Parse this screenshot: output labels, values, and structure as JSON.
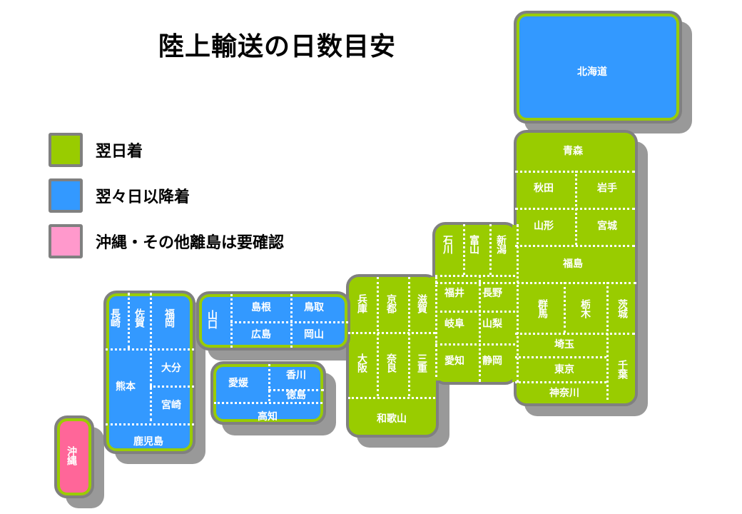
{
  "title": "陸上輸送の日数目安",
  "legend": [
    {
      "label": "翌日着",
      "color": "#99cc00"
    },
    {
      "label": "翌々日以降着",
      "color": "#3399ff"
    },
    {
      "label": "沖縄・その他離島は要確認",
      "color": "#ff99cc"
    }
  ],
  "colors": {
    "next_day": "#99cc00",
    "two_days_plus": "#3399ff",
    "okinawa": "#ff6699",
    "border": "#808080",
    "shadow": "#999999"
  },
  "prefectures": [
    "北海道",
    "青森",
    "秋田",
    "岩手",
    "山形",
    "宮城",
    "福島",
    "群馬",
    "栃木",
    "茨城",
    "埼玉",
    "東京",
    "神奈川",
    "千葉",
    "石川",
    "富山",
    "新潟",
    "福井",
    "長野",
    "岐阜",
    "山梨",
    "愛知",
    "静岡",
    "兵庫",
    "京都",
    "滋賀",
    "大阪",
    "奈良",
    "三重",
    "和歌山",
    "山口",
    "島根",
    "鳥取",
    "広島",
    "岡山",
    "愛媛",
    "香川",
    "徳島",
    "高知",
    "長崎",
    "佐賀",
    "福岡",
    "熊本",
    "大分",
    "宮崎",
    "鹿児島",
    "沖縄"
  ]
}
